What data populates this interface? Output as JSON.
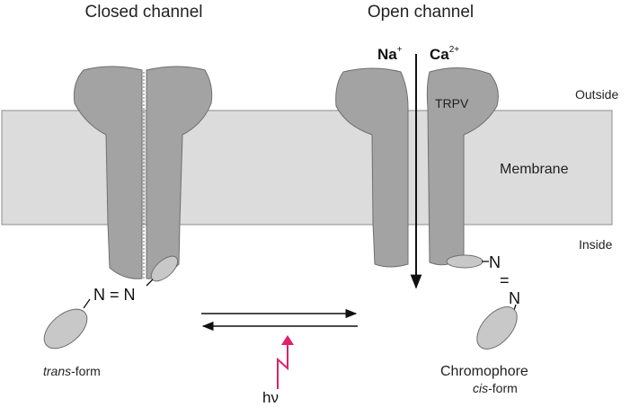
{
  "labels": {
    "closed_channel": "Closed channel",
    "open_channel": "Open channel",
    "outside": "Outside",
    "inside": "Inside",
    "membrane": "Membrane",
    "trpv": "TRPV",
    "na": "Na",
    "na_charge": "+",
    "ca": "Ca",
    "ca_charge": "2+",
    "closed_azo": "N = N",
    "open_azo_n1": "N",
    "open_azo_eq": "=",
    "open_azo_n2": "N",
    "trans_form_italic": "trans",
    "trans_form_rest": "-form",
    "chromophore": "Chromophore",
    "cis_form_italic": "cis",
    "cis_form_rest": "-form",
    "light": "hν"
  },
  "colors": {
    "membrane_fill": "#dcdcdc",
    "membrane_stroke": "#8c8c8c",
    "channel_fill": "#a3a3a3",
    "channel_stroke": "#6f6f6f",
    "chromophore_fill": "#c8c8c8",
    "light_arrow": "#e0216c",
    "line": "#111111"
  }
}
